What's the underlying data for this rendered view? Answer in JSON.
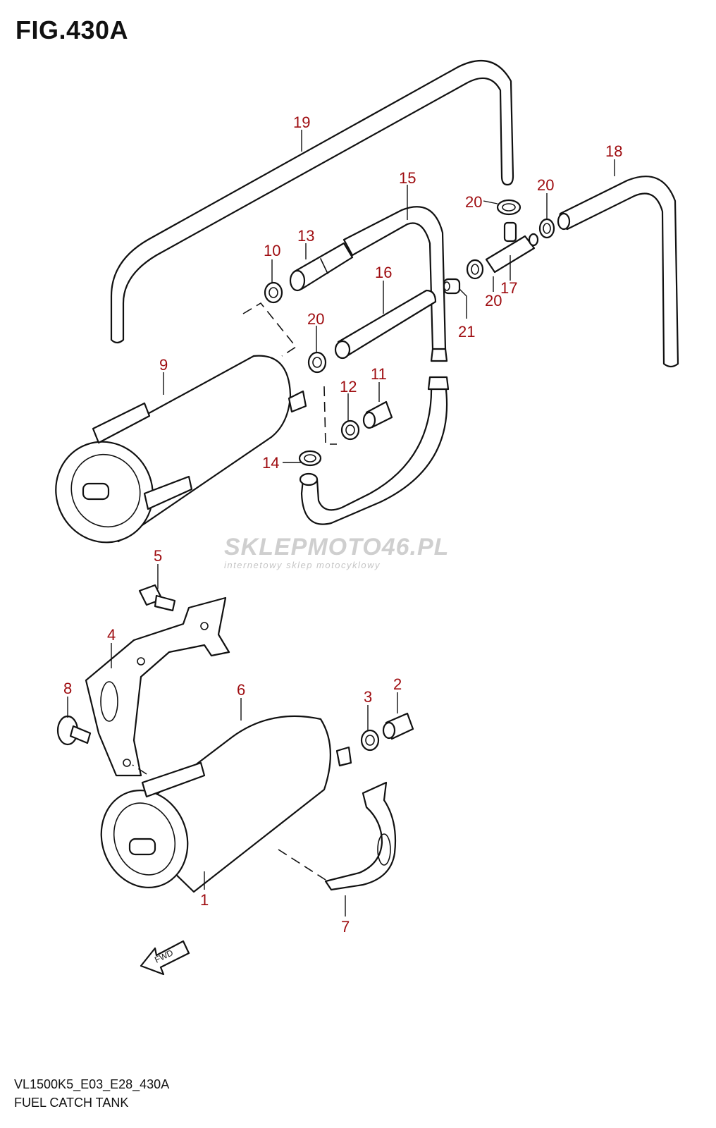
{
  "figure": {
    "title": "FIG.430A",
    "model_code": "VL1500K5_E03_E28_430A",
    "name": "FUEL CATCH TANK"
  },
  "callouts": {
    "p1": "1",
    "p2": "2",
    "p3": "3",
    "p4": "4",
    "p5": "5",
    "p6": "6",
    "p7": "7",
    "p8": "8",
    "p9": "9",
    "p10": "10",
    "p11": "11",
    "p12": "12",
    "p13": "13",
    "p14": "14",
    "p15": "15",
    "p16": "16",
    "p17": "17",
    "p18": "18",
    "p19": "19",
    "p20a": "20",
    "p20b": "20",
    "p20c": "20",
    "p20d": "20",
    "p21": "21"
  },
  "watermark": {
    "brand": "SKLEPMOTO46.PL",
    "tagline": "internetowy sklep motocyklowy"
  },
  "direction_arrow": "FWD",
  "colors": {
    "callout": "#9e0b0f",
    "line": "#111111",
    "watermark": "#cfcfcf"
  }
}
